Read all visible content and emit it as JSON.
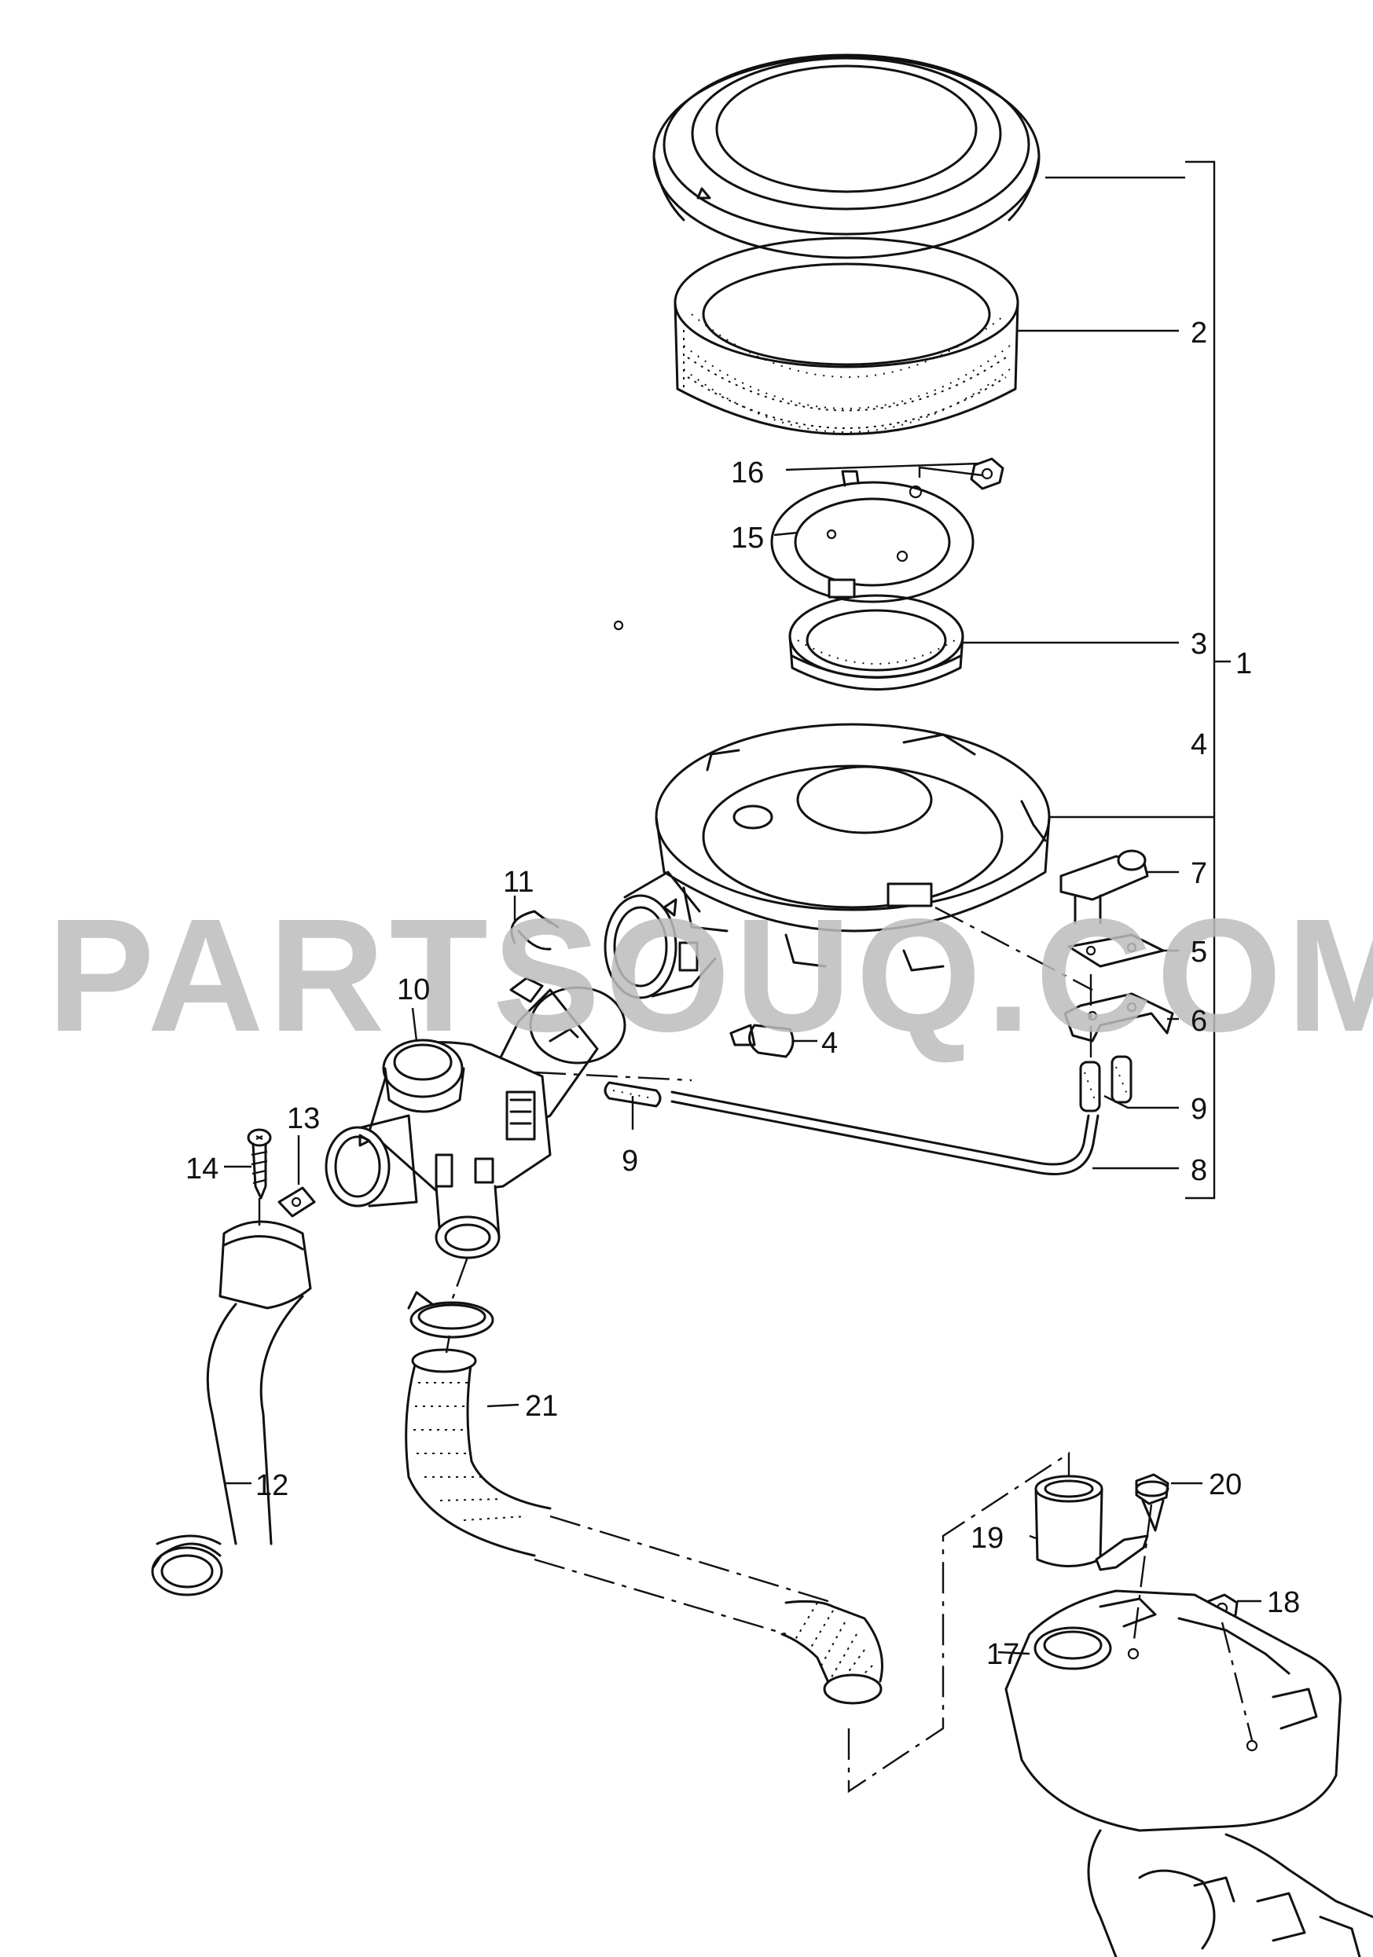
{
  "watermark": "PARTSOUQ.COM",
  "labels": {
    "l1": "1",
    "l2": "2",
    "l3": "3",
    "l4a": "4",
    "l4b": "4",
    "l5": "5",
    "l6": "6",
    "l7": "7",
    "l8": "8",
    "l9a": "9",
    "l9b": "9",
    "l10": "10",
    "l11": "11",
    "l12": "12",
    "l13": "13",
    "l14": "14",
    "l15": "15",
    "l16": "16",
    "l17": "17",
    "l18": "18",
    "l19": "19",
    "l20": "20",
    "l21": "21"
  }
}
